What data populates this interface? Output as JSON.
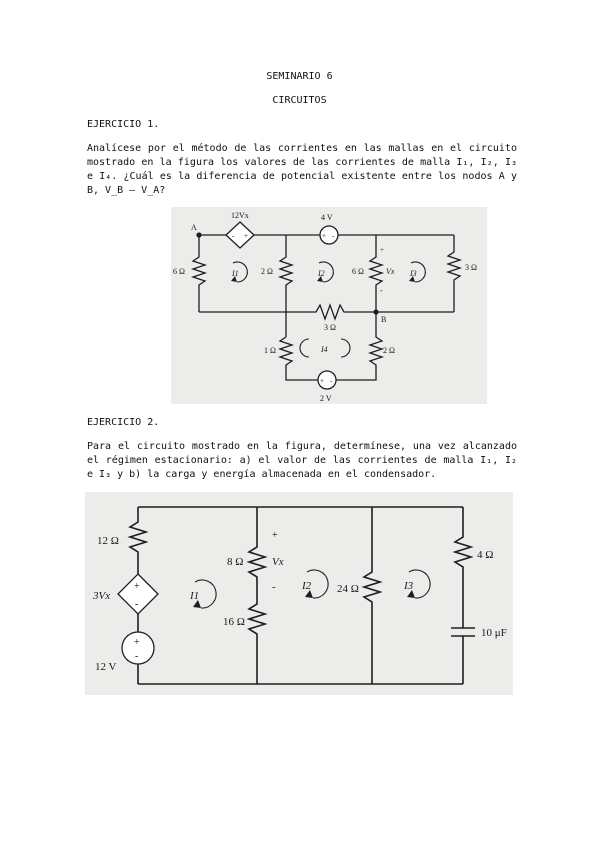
{
  "header": {
    "title": "SEMINARIO 6",
    "subtitle": "CIRCUITOS"
  },
  "exercise1": {
    "heading": "EJERCICIO 1.",
    "text_lines": [
      "Analícese por el método de las corrientes en las mallas en el circuito",
      "mostrado en la figura los valores de las corrientes de malla I₁, I₂, I₃",
      "e I₄. ¿Cuál es la diferencia de potencial existente entre los nodos A y",
      "B, V_B – V_A?"
    ],
    "figure_labels": {
      "node_a": "A",
      "node_b": "B",
      "dep_source": "12Vx",
      "source_4v": "4 V",
      "source_2v": "2 V",
      "r_6_left": "6 Ω",
      "r_2_mid": "2 Ω",
      "r_6_vx": "6 Ω",
      "vx": "Vx",
      "r_3_right": "3 Ω",
      "r_3_mid": "3 Ω",
      "r_1": "1 Ω",
      "r_2_low": "2 Ω",
      "i1": "I1",
      "i2": "I2",
      "i3": "I3",
      "i4": "I4",
      "plus": "+",
      "minus": "-"
    }
  },
  "exercise2": {
    "heading": "EJERCICIO 2.",
    "text_lines": [
      "Para el circuito mostrado en la figura, determínese, una vez alcanzado",
      "el régimen estacionario: a) el valor de las corrientes de malla I₁, I₂",
      "e I₃ y b) la carga y energía almacenada en el condensador."
    ],
    "figure_labels": {
      "r_12": "12 Ω",
      "dep_source": "3Vx",
      "source_12v": "12 V",
      "r_8": "8 Ω",
      "vx": "Vx",
      "r_16": "16 Ω",
      "r_24": "24 Ω",
      "r_4": "4 Ω",
      "cap": "10 μF",
      "i1": "I1",
      "i2": "I2",
      "i3": "I3",
      "plus": "+",
      "minus": "-"
    }
  },
  "colors": {
    "figure_background": "#ececea",
    "ink": "#1e1e1e"
  }
}
